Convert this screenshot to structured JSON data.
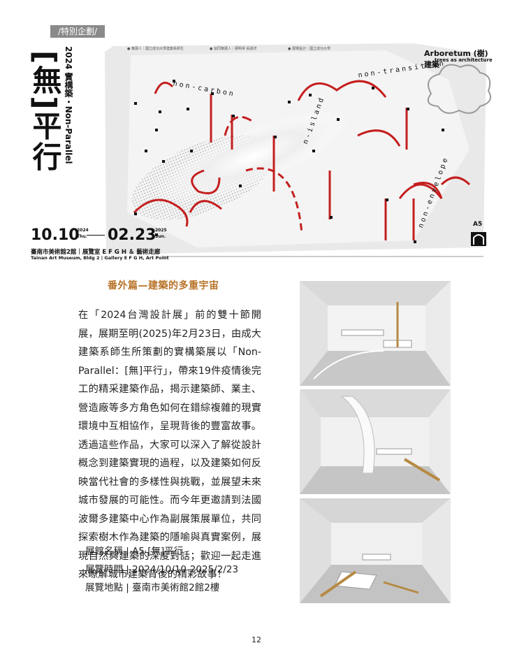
{
  "tag": "/特別企劃/",
  "poster": {
    "title_main": "[無]平行",
    "title_sub": "2024 實構築・Non-Parallel",
    "credit_1": "● 策展人｜國立成功大學建築系師生",
    "credit_2": "● 協同策展人｜鄭明澤 張嘉祥",
    "credit_3": "● 展場設計｜國立成功大學",
    "arboretum": "Arboretum (樹)建築",
    "arboretum_sub": "trees as architecture",
    "date_start": "10.10",
    "date_start_year": "2024",
    "date_start_day": "Thu.",
    "date_end": "02.23",
    "date_end_year": "2025",
    "date_end_day": "Sun.",
    "venue_zh": "臺南市美術館2館｜展覽室 E F G H ＆ 藝術走廊",
    "venue_en": "Tainan Art Museum, Bldg 2 | Gallery E F G H, Art Point",
    "gallery_code": "A5",
    "path_words": [
      "non-carbon",
      "non-transition",
      "n-island",
      "non-envelope"
    ]
  },
  "heading": "番外篇—建築的多重宇宙",
  "body": "在「2024台灣設計展」前的雙十節開展，展期至明(2025)年2月23日，由成大建築系師生所策劃的實構築展以「Non-Parallel：[無]平行」，帶來19件疫情後完工的精采建築作品，揭示建築師、業主、營造廠等多方角色如何在錯綜複雜的現實環境中互相協作，呈現背後的豐富故事。透過這些作品，大家可以深入了解從設計概念到建築實現的過程，以及建築如何反映當代社會的多樣性與挑戰，並展望未來城市發展的可能性。而今年更邀請到法國波爾多建築中心作為副展策展單位，共同探索樹木作為建築的隱喻與真實案例，展現自然與建築的深度對話；歡迎一起走進來瞭解城市建築背後的精彩故事！",
  "info": {
    "name": "展館名稱 | A5 [無]平行",
    "time": "展覽時間 | 2024/10/10-2025/2/23",
    "place": "展覽地點 | 臺南市美術館2館2樓"
  },
  "page_number": "12"
}
